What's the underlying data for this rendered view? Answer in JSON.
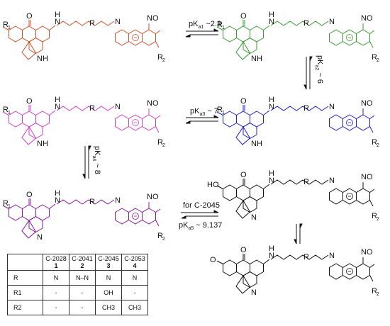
{
  "arrows": {
    "a1": {
      "label": "pK",
      "sub": "a1",
      "value": " ~2.3"
    },
    "a2": {
      "label": "pK",
      "sub": "a2",
      "value": " ~ 6"
    },
    "a3": {
      "label": "pK",
      "sub": "a3",
      "value": " ~ 7"
    },
    "a4": {
      "label": "pK",
      "sub": "a4",
      "value": " ~ 8"
    },
    "a5_top": "for C-2045",
    "a5": {
      "label": "pK",
      "sub": "a5",
      "value": " ~ 9.137"
    }
  },
  "molecules": [
    {
      "color": "#d0502a",
      "labels": {
        "r1": "R",
        "r1sub": "1",
        "r2": "R",
        "r2sub": "2",
        "o": "O",
        "n1": "N",
        "h1": "H",
        "r": "R",
        "n2": "N",
        "no2": "NO",
        "nh": "NH"
      }
    },
    {
      "color": "#3a9a30",
      "labels": {
        "r1": "R",
        "r1sub": "1",
        "r2": "R",
        "r2sub": "2",
        "o": "O",
        "n1": "N",
        "h1": "H",
        "r": "R",
        "n2": "N",
        "no2": "NO",
        "nh": "NH"
      }
    },
    {
      "color": "#d040c8",
      "labels": {
        "r1": "R",
        "r1sub": "1",
        "r2": "R",
        "r2sub": "2",
        "o": "O",
        "n1": "N",
        "h1": "H",
        "r": "R",
        "n2": "N",
        "no2": "NO",
        "nh": "NH"
      }
    },
    {
      "color": "#2020c8",
      "labels": {
        "r1": "R",
        "r1sub": "1",
        "r2": "R",
        "r2sub": "2",
        "o": "O",
        "n1": "N",
        "h1": "H",
        "r": "R",
        "n2": "N",
        "no2": "NO",
        "nh": "NH"
      }
    },
    {
      "color": "#8a1a9a",
      "labels": {
        "r1": "R",
        "r1sub": "1",
        "r2": "R",
        "r2sub": "2",
        "o": "O",
        "n1": "N",
        "h1": "H",
        "r": "R",
        "n2": "N",
        "no2": "NO",
        "nh": "N"
      }
    },
    {
      "color": "#111111",
      "labels": {
        "r1": "HO",
        "r1sub": "",
        "r2": "R",
        "r2sub": "2",
        "o": "O",
        "n1": "N",
        "h1": "H",
        "r": "R",
        "n2": "N",
        "no2": "NO",
        "nh": "N"
      }
    },
    {
      "color": "#111111",
      "labels": {
        "r1": "O",
        "r1sub": "",
        "r2": "R",
        "r2sub": "2",
        "o": "O",
        "n1": "N",
        "h1": "H",
        "r": "R",
        "n2": "N",
        "no2": "NO",
        "nh": "N"
      }
    }
  ],
  "table": {
    "columns": [
      {
        "name": "C-2028",
        "index": "1"
      },
      {
        "name": "C-2041",
        "index": "2"
      },
      {
        "name": "C-2045",
        "index": "3"
      },
      {
        "name": "C-2053",
        "index": "4"
      }
    ],
    "rows": [
      {
        "label": "R",
        "cells": [
          "N",
          "N–N",
          "N",
          "N"
        ]
      },
      {
        "label": "R1",
        "cells": [
          "-",
          "-",
          "OH",
          "-"
        ]
      },
      {
        "label": "R2",
        "cells": [
          "-",
          "-",
          "CH3",
          "CH3"
        ]
      }
    ]
  }
}
